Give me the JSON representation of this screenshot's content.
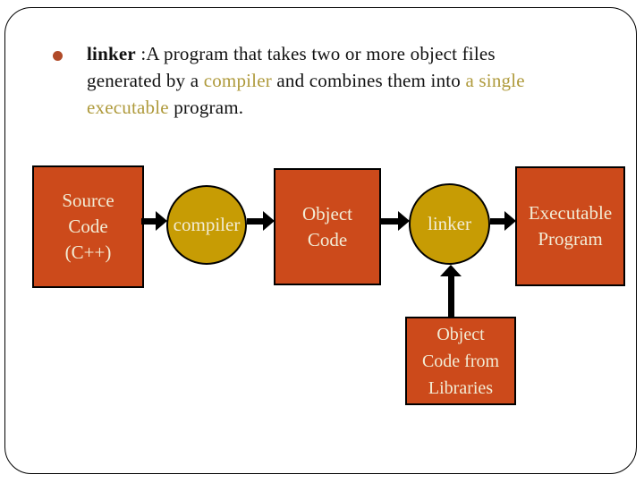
{
  "slide": {
    "background": "#ffffff",
    "frame_border_color": "#000000"
  },
  "colors": {
    "box_fill": "#cc4a1b",
    "ellipse_fill": "#c79c04",
    "shape_text": "#f2ecd5",
    "title_text": "#111111",
    "title_highlight": "#af9a3c",
    "bullet": "#b04a28",
    "arrow": "#000000"
  },
  "title": {
    "line1_bold": "linker",
    "line1_rest": " :A program that takes two or more object files",
    "line2_part1": "generated by a ",
    "line2_gold1": "compiler",
    "line2_part2": " and combines them into ",
    "line2_gold2": "a single",
    "line3_gold": "executable",
    "line3_rest": " program."
  },
  "diagram": {
    "source_box": {
      "lines": [
        "Source",
        "Code",
        "(C++)"
      ]
    },
    "compiler_ellipse": {
      "label": "compiler"
    },
    "object_box": {
      "lines": [
        "Object",
        "Code"
      ]
    },
    "linker_ellipse": {
      "label": "linker"
    },
    "executable_box": {
      "lines": [
        "Executable",
        "Program"
      ]
    },
    "libraries_box": {
      "lines": [
        "Object",
        "Code from",
        "Libraries"
      ]
    }
  }
}
